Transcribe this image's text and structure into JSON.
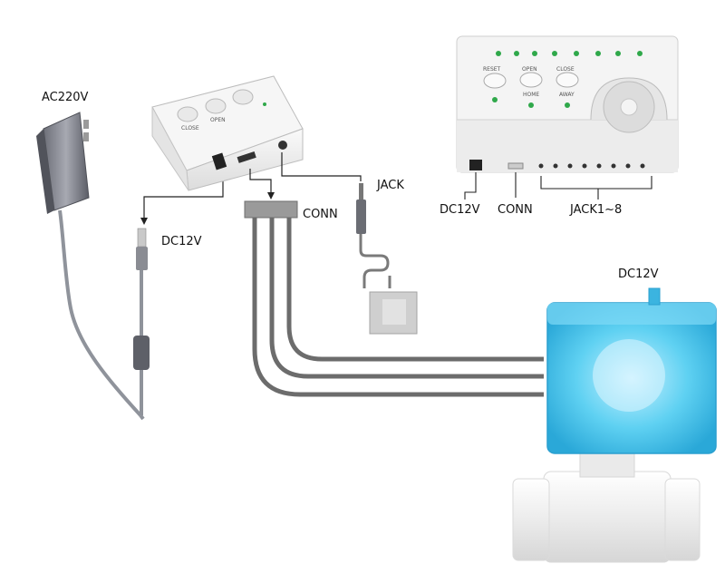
{
  "labels": {
    "ac220v": "AC220V",
    "dc12v_adapter": "DC12V",
    "conn_left": "CONN",
    "jack_left": "JACK",
    "dc12v_panel": "DC12V",
    "conn_panel": "CONN",
    "jack_panel": "JACK1~8",
    "dc12v_valve": "DC12V"
  },
  "small_box_buttons": [
    "CLOSE",
    "OPEN",
    ""
  ],
  "panel_buttons": [
    "RESET",
    "OPEN",
    "CLOSE"
  ],
  "panel_button_sublabels": [
    "",
    "HOME",
    "AWAY"
  ],
  "colors": {
    "valve_blue": "#45c6ee",
    "wire": "#6c6c6c",
    "device_body": "#f2f2f2",
    "led_green": "#2fa84a"
  }
}
